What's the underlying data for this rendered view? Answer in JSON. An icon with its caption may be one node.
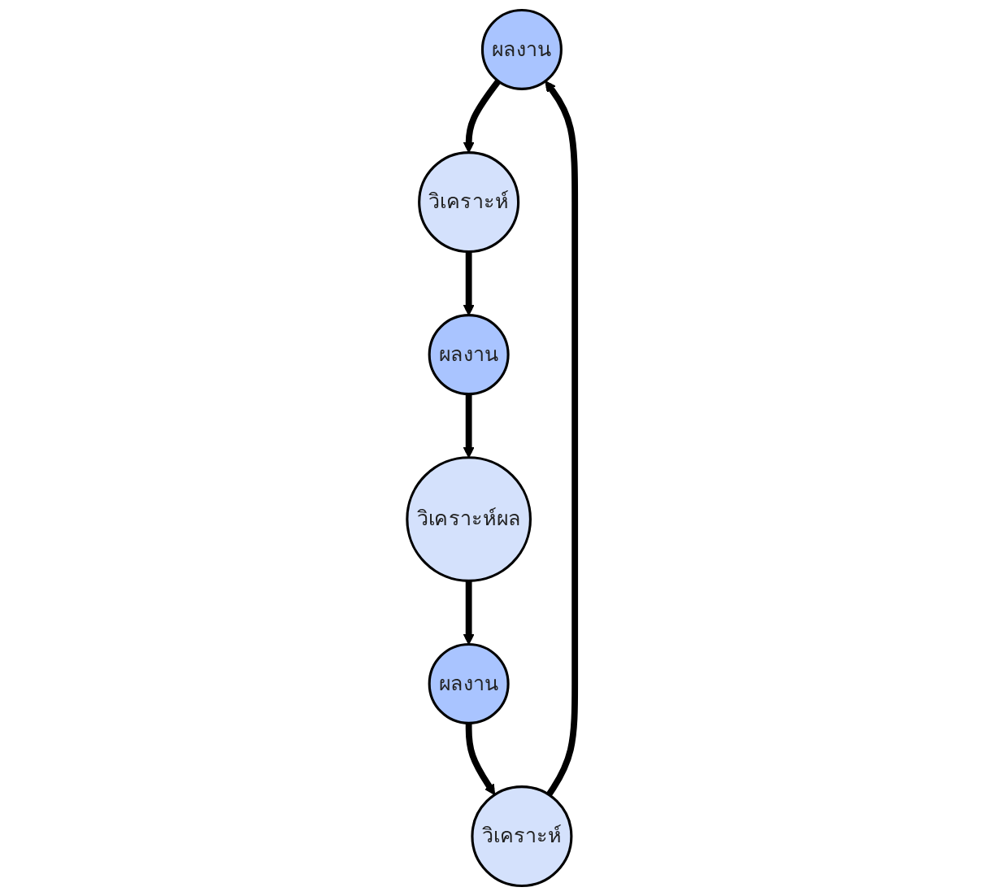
{
  "diagram": {
    "nodes": [
      {
        "text": [
          "ผลงาน"
        ]
      },
      {
        "text": [
          "วิเคราะห์"
        ]
      },
      {
        "text": [
          "วิเคราะห์"
        ]
      },
      {
        "text": [
          "ผลงาน"
        ]
      },
      {
        "text": [
          "วิเคราะห์ผล"
        ]
      },
      {
        "text": [
          "ผลงาน"
        ]
      }
    ],
    "edges": [
      {
        "from": 0,
        "to": 2,
        "arrow": "to"
      },
      {
        "from": 2,
        "to": 5,
        "arrow": "to"
      },
      {
        "from": 5,
        "to": 4,
        "arrow": "to"
      },
      {
        "from": 4,
        "to": 3,
        "arrow": "to"
      },
      {
        "from": 3,
        "to": 1,
        "arrow": "to"
      },
      {
        "from": 1,
        "to": 0,
        "arrow": "to"
      }
    ]
  }
}
